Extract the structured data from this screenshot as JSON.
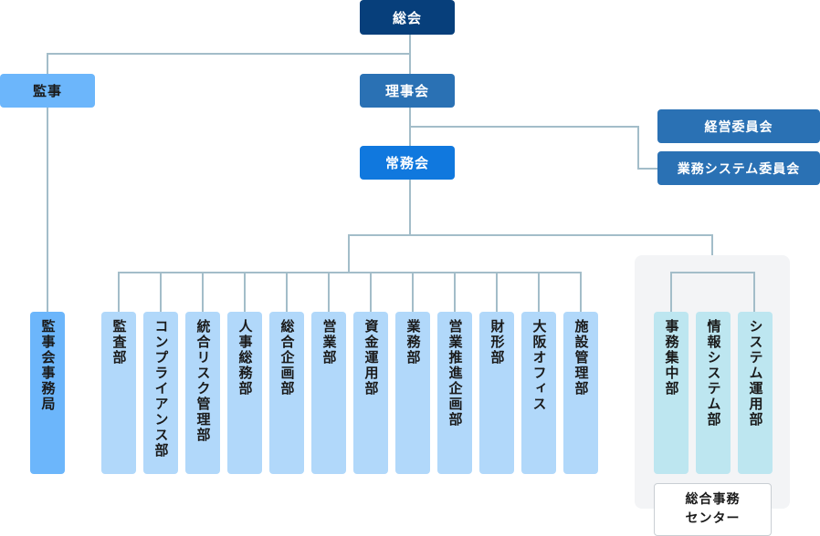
{
  "colors": {
    "general_assembly": "#073f7b",
    "board": "#2a71b4",
    "committee": "#2a71b4",
    "executive": "#1078de",
    "auditor": "#6cb6fb",
    "department": "#b1d8fa",
    "center_department": "#bde6f0",
    "connector": "#a3bdc9",
    "center_panel": "#f3f4f6"
  },
  "top": {
    "general_assembly": "総会",
    "board": "理事会",
    "executive": "常務会",
    "auditor": "監事",
    "auditor_office": "監事会事務局"
  },
  "committees": [
    "経営委員会",
    "業務システム委員会"
  ],
  "departments": [
    "監査部",
    "コンプライアンス部",
    "統合リスク管理部",
    "人事総務部",
    "総合企画部",
    "営業部",
    "資金運用部",
    "業務部",
    "営業推進企画部",
    "財形部",
    "大阪オフィス",
    "施設管理部"
  ],
  "center": {
    "label_line1": "総合事務",
    "label_line2": "センター",
    "departments": [
      "事務集中部",
      "情報システム部",
      "システム運用部"
    ]
  }
}
